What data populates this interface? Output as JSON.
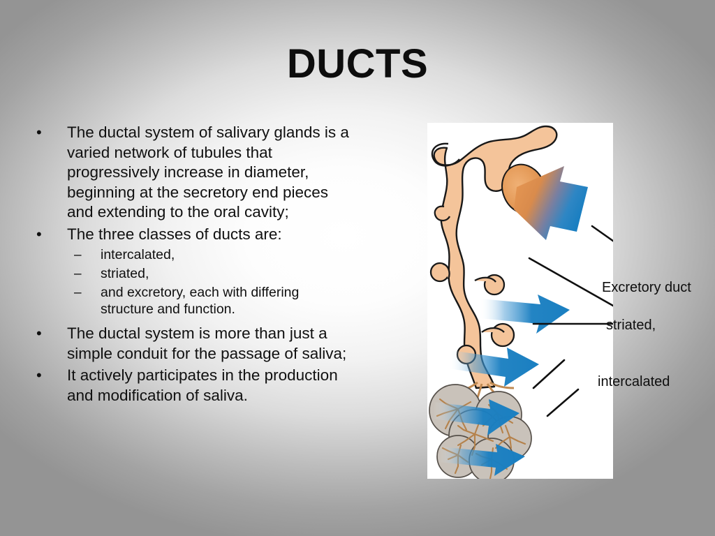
{
  "slide": {
    "title": "DUCTS",
    "background_center": "#ffffff",
    "background_edge": "#949494"
  },
  "body": {
    "bullets": [
      {
        "marker": "•",
        "text": "The ductal system of salivary glands is a varied network of tubules that progressively increase in diameter, beginning at the secretory end pieces and extending to the oral cavity;"
      },
      {
        "marker": "•",
        "text": " The three classes of ducts are:"
      },
      {
        "marker": "•",
        "text": "The ductal system is more than just a simple conduit for the passage of saliva;"
      },
      {
        "marker": "•",
        "text": " It actively participates in the production and modification of saliva."
      }
    ],
    "sub_bullets": [
      {
        "marker": "–",
        "text": "intercalated,"
      },
      {
        "marker": "–",
        "text": "striated,"
      },
      {
        "marker": "–",
        "text": "and excretory, each with differing structure and function."
      }
    ]
  },
  "illustration": {
    "alt": "Salivary gland ductal system diagram",
    "duct_color": "#F4C49A",
    "duct_outline": "#1a1a1a",
    "acinus_fill": "#C9C2BA",
    "acinus_outline": "#4a4540",
    "inner_branch_color": "#C08A52",
    "arrow_color": "#1A7FC1",
    "orange_highlight": "#E08B40",
    "leader_line_color": "#101010",
    "arrows": [
      {
        "name": "excretory-duct-arrow",
        "points_to": "excretory duct"
      },
      {
        "name": "striated-duct-arrow-upper",
        "points_to": "striated duct"
      },
      {
        "name": "striated-duct-arrow-lower",
        "points_to": "striated duct"
      },
      {
        "name": "intercalated-duct-arrow-1",
        "points_to": "intercalated duct"
      },
      {
        "name": "intercalated-duct-arrow-2",
        "points_to": "intercalated duct"
      },
      {
        "name": "intercalated-duct-arrow-3",
        "points_to": "intercalated duct"
      }
    ]
  },
  "callouts": {
    "excretory": "Excretory duct",
    "striated": "striated,",
    "intercalated": "intercalated"
  }
}
